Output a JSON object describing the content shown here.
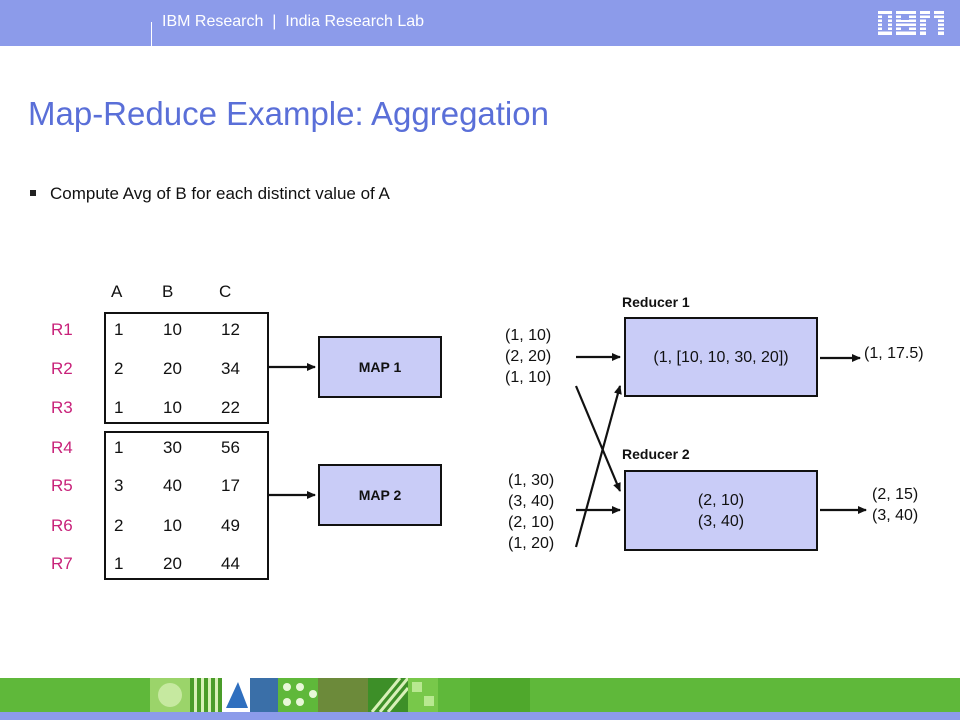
{
  "header": {
    "text": "IBM Research  |  India Research Lab",
    "logo": "IBM"
  },
  "title": "Map-Reduce Example: Aggregation",
  "bullet": "Compute Avg of B for each distinct value of A",
  "table": {
    "columns": [
      "A",
      "B",
      "C"
    ],
    "rows": [
      {
        "label": "R1",
        "A": "1",
        "B": "10",
        "C": "12"
      },
      {
        "label": "R2",
        "A": "2",
        "B": "20",
        "C": "34"
      },
      {
        "label": "R3",
        "A": "1",
        "B": "10",
        "C": "22"
      },
      {
        "label": "R4",
        "A": "1",
        "B": "30",
        "C": "56"
      },
      {
        "label": "R5",
        "A": "3",
        "B": "40",
        "C": "17"
      },
      {
        "label": "R6",
        "A": "2",
        "B": "10",
        "C": "49"
      },
      {
        "label": "R7",
        "A": "1",
        "B": "20",
        "C": "44"
      }
    ]
  },
  "maps": [
    {
      "label": "MAP 1",
      "output": [
        "(1, 10)",
        "(2, 20)",
        "(1, 10)"
      ]
    },
    {
      "label": "MAP 2",
      "output": [
        "(1, 30)",
        "(3, 40)",
        "(2, 10)",
        "(1, 20)"
      ]
    }
  ],
  "reducers": [
    {
      "label": "Reducer 1",
      "input": [
        "(1, [10, 10, 30, 20])"
      ],
      "output": [
        "(1, 17.5)"
      ]
    },
    {
      "label": "Reducer 2",
      "input": [
        "(2, 10)",
        "(3, 40)"
      ],
      "output": [
        "(2, 15)",
        "(3, 40)"
      ]
    }
  ],
  "colors": {
    "header": "#8c9bea",
    "title": "#5a6fd8",
    "row_label": "#c8227a",
    "box_fill": "#c9ccf7",
    "footer": "#5fb83a"
  }
}
